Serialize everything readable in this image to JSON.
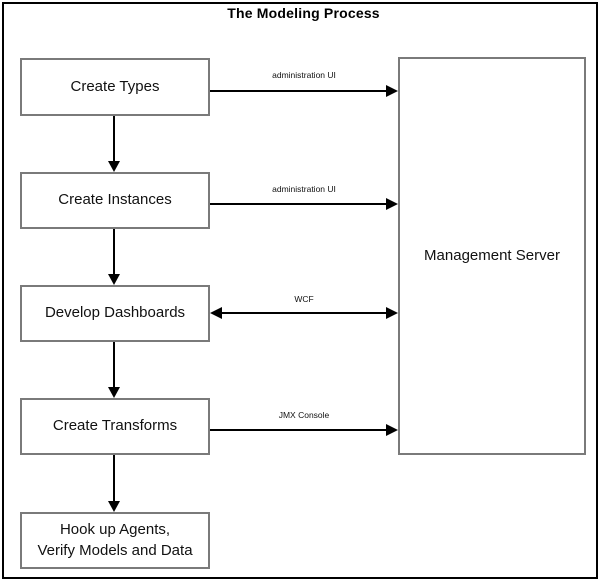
{
  "diagram": {
    "title": "The Modeling Process",
    "nodes": {
      "create_types": "Create Types",
      "create_instances": "Create Instances",
      "develop_dashboards": "Develop Dashboards",
      "create_transforms": "Create Transforms",
      "hook_up_agents_line1": "Hook up Agents,",
      "hook_up_agents_line2": "Verify Models and Data",
      "management_server": "Management Server"
    },
    "edge_labels": {
      "types_to_server": "administration UI",
      "instances_to_server": "administration UI",
      "dashboards_to_server": "WCF",
      "transforms_to_server": "JMX Console"
    },
    "colors": {
      "box_border": "#7a7a7a",
      "frame_border": "#000000",
      "connector": "#000000",
      "text": "#111111",
      "background": "#ffffff"
    }
  }
}
